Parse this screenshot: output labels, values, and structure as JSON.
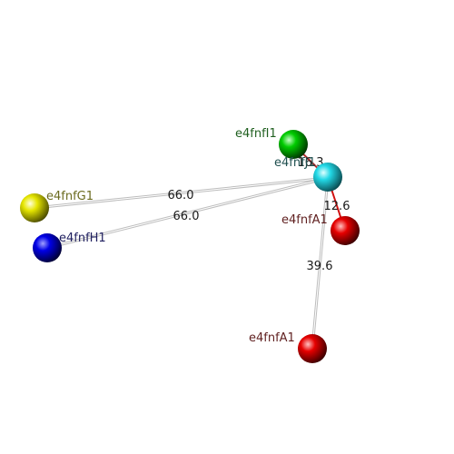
{
  "atoms": {
    "green": {
      "label": "e4fnfI1",
      "color": "#00cc00",
      "label_color": "#1f5f1f"
    },
    "cyan": {
      "label": "e4fnfJ1",
      "color": "#22d8e6",
      "label_color": "#1f4f4f"
    },
    "yellow": {
      "label": "e4fnfG1",
      "color": "#e6e600",
      "label_color": "#6b6b1f"
    },
    "blue": {
      "label": "e4fnfH1",
      "color": "#0000e6",
      "label_color": "#1f1f5f"
    },
    "red_top": {
      "label": "e4fnfA1",
      "color": "#e60000",
      "label_color": "#5f1f1f"
    },
    "red_low": {
      "label": "e4fnfA1",
      "color": "#e60000",
      "label_color": "#5f1f1f"
    }
  },
  "bonds": {
    "yellow_cyan": {
      "label": "66.0"
    },
    "blue_cyan": {
      "label": "66.0"
    },
    "cyan_redtop": {
      "label": "12.6"
    },
    "cyan_redlow": {
      "label": "39.6"
    },
    "green_cyan": {
      "label": "16.3"
    }
  }
}
